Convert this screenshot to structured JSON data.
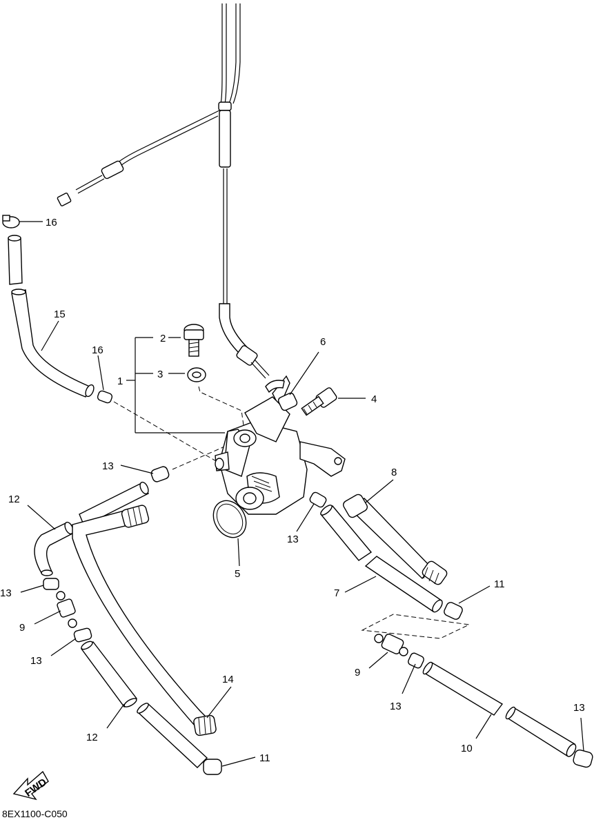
{
  "diagram": {
    "code": "8EX1100-C050",
    "fwd_label": "FWD",
    "labels": {
      "l1": "1",
      "l2": "2",
      "l3": "3",
      "l4": "4",
      "l5": "5",
      "l6": "6",
      "l7": "7",
      "l8": "8",
      "l9a": "9",
      "l9b": "9",
      "l10": "10",
      "l11a": "11",
      "l11b": "11",
      "l12a": "12",
      "l12b": "12",
      "l13a": "13",
      "l13b": "13",
      "l13c": "13",
      "l13d": "13",
      "l13e": "13",
      "l13f": "13",
      "l14": "14",
      "l15": "15",
      "l16a": "16",
      "l16b": "16"
    }
  }
}
